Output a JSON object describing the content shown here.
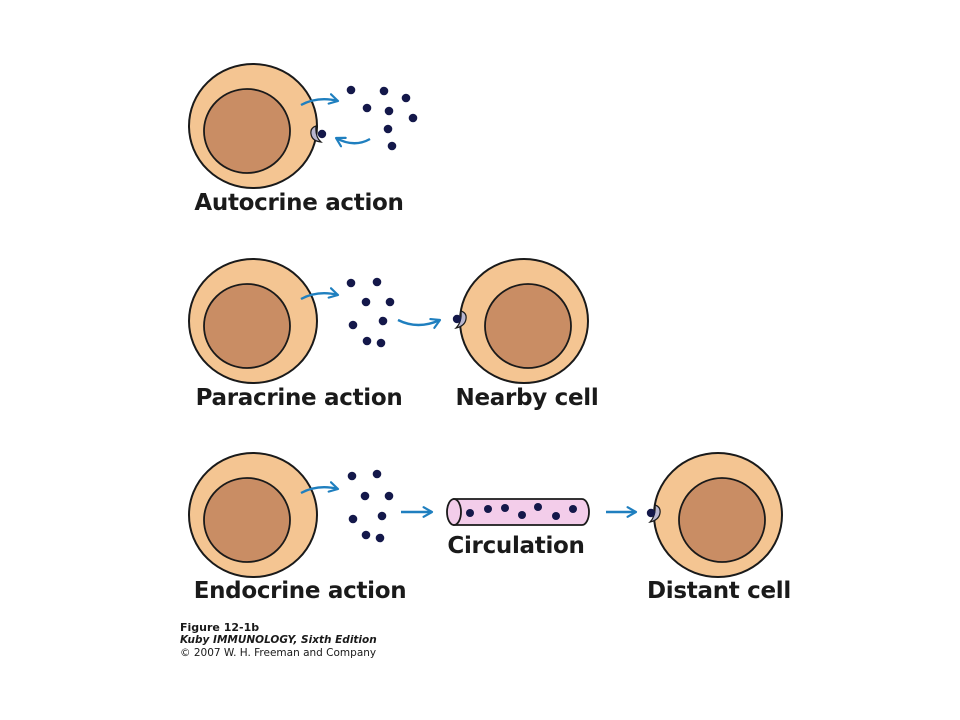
{
  "labels": {
    "autocrine": "Autocrine action",
    "paracrine": "Paracrine action",
    "nearby_cell": "Nearby cell",
    "circulation": "Circulation",
    "endocrine": "Endocrine action",
    "distant_cell": "Distant cell"
  },
  "caption": {
    "figure": "Figure 12-1b",
    "book": "Kuby IMMUNOLOGY, Sixth Edition",
    "copyright": "© 2007 W. H. Freeman and Company"
  },
  "colors": {
    "cytoplasm": "#f4c592",
    "nucleus": "#c98d64",
    "outline": "#1a1a1a",
    "molecule": "#14184a",
    "arrow": "#1f7fbf",
    "vessel": "#f3cdea",
    "receptor": "#b9b6cf"
  },
  "icons": {
    "cell": "cell-icon",
    "molecule": "signaling-molecule-icon",
    "receptor": "receptor-icon",
    "vessel": "blood-vessel-icon",
    "arrow": "arrow-icon"
  }
}
